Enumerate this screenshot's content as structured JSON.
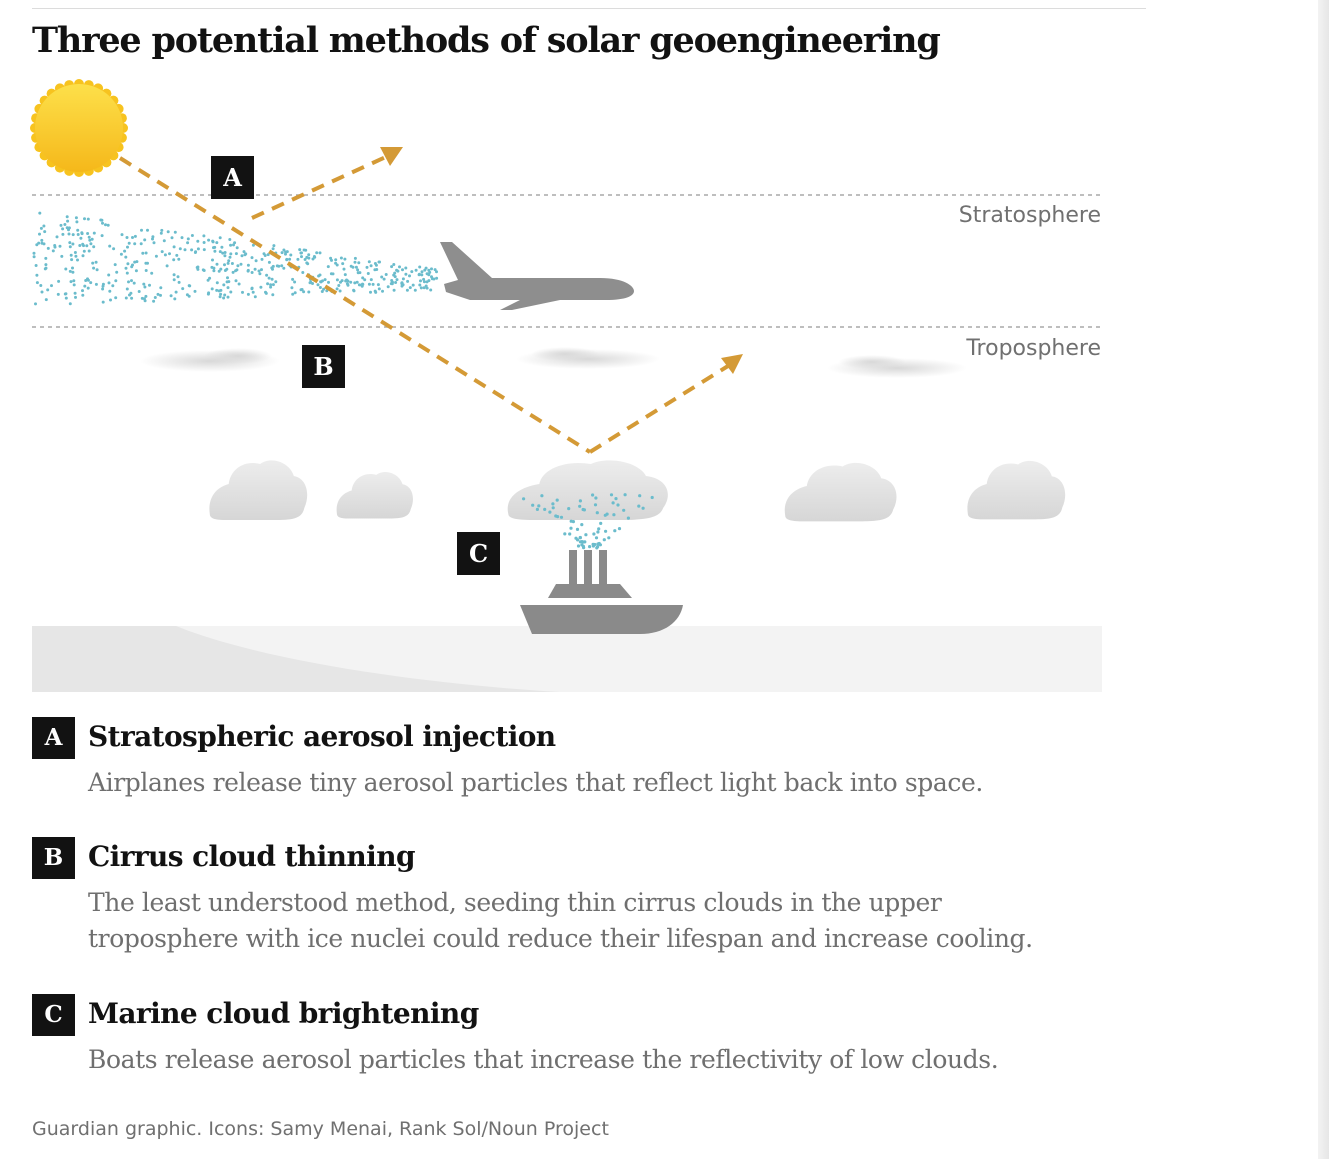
{
  "title": "Three potential methods of solar geoengineering",
  "layers": {
    "stratosphere": "Stratosphere",
    "troposphere": "Troposphere"
  },
  "diagram_badges": {
    "a": "A",
    "b": "B",
    "c": "C"
  },
  "methods": [
    {
      "badge": "A",
      "title": "Stratospheric aerosol injection",
      "description": "Airplanes release tiny aerosol particles that reflect light back into space."
    },
    {
      "badge": "B",
      "title": "Cirrus cloud thinning",
      "description": "The least understood method, seeding thin cirrus clouds in the upper troposphere with ice nuclei could reduce their lifespan and increase cooling."
    },
    {
      "badge": "C",
      "title": "Marine cloud brightening",
      "description": "Boats release aerosol particles that increase the reflectivity of low clouds."
    }
  ],
  "credit": "Guardian graphic. Icons: Samy Menai, Rank Sol/Noun Project",
  "icons": [
    "sun-icon",
    "airplane-icon",
    "ship-icon",
    "cloud-icon",
    "cirrus-cloud-icon"
  ],
  "colors": {
    "sun": "#f7c31f",
    "light_ray": "#d49a36",
    "aerosol": "#6bbccc",
    "aircraft": "#8e8e8e",
    "ship": "#8a8a8a",
    "cloud": "#dedede",
    "badge": "#121212"
  }
}
